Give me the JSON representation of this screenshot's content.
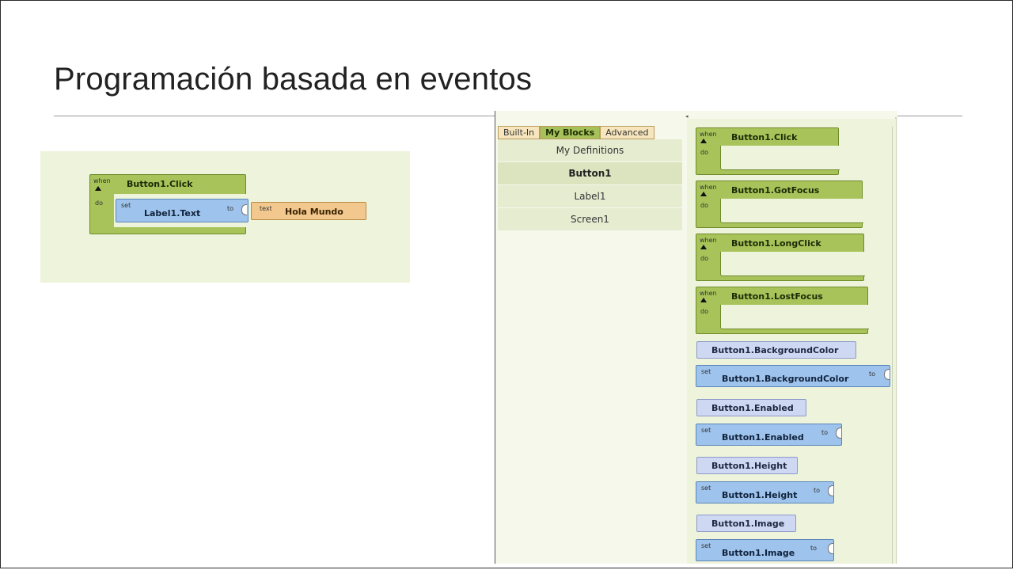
{
  "slide": {
    "title": "Programación basada en eventos"
  },
  "example": {
    "when_label": "when",
    "do_label": "do",
    "event": "Button1.Click",
    "set_label": "set",
    "setter": "Label1.Text",
    "to_label": "to",
    "text_label": "text",
    "text_value": "Hola Mundo"
  },
  "editor": {
    "tabs": [
      {
        "label": "Built-In"
      },
      {
        "label": "My Blocks"
      },
      {
        "label": "Advanced"
      }
    ],
    "drawers": [
      {
        "label": "My Definitions"
      },
      {
        "label": "Button1"
      },
      {
        "label": "Label1"
      },
      {
        "label": "Screen1"
      }
    ],
    "palette": {
      "when_label": "when",
      "do_label": "do",
      "set_label": "set",
      "to_label": "to",
      "events": [
        "Button1.Click",
        "Button1.GotFocus",
        "Button1.LongClick",
        "Button1.LostFocus"
      ],
      "getters": [
        "Button1.BackgroundColor",
        "Button1.Enabled",
        "Button1.Height",
        "Button1.Image"
      ],
      "setters": [
        "Button1.BackgroundColor",
        "Button1.Enabled",
        "Button1.Height",
        "Button1.Image"
      ]
    }
  },
  "colors": {
    "event_block": "#a7c35a",
    "setter_block": "#9ec3ec",
    "text_block": "#f2c88e",
    "getter_block": "#cfd8f2",
    "canvas_bg": "#eef4dc"
  }
}
